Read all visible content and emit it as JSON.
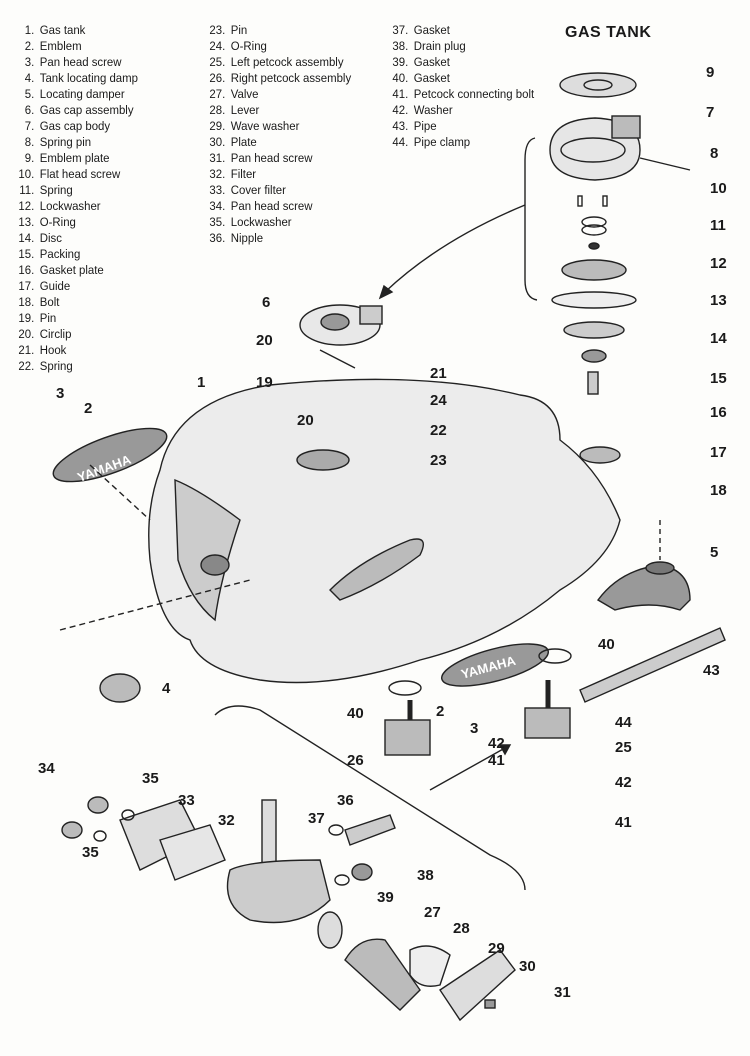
{
  "title": "GAS TANK",
  "parts_list": {
    "column1": [
      {
        "num": "1.",
        "name": "Gas tank"
      },
      {
        "num": "2.",
        "name": "Emblem"
      },
      {
        "num": "3.",
        "name": "Pan head screw"
      },
      {
        "num": "4.",
        "name": "Tank locating damp"
      },
      {
        "num": "5.",
        "name": "Locating damper"
      },
      {
        "num": "6.",
        "name": "Gas cap assembly"
      },
      {
        "num": "7.",
        "name": "Gas cap body"
      },
      {
        "num": "8.",
        "name": "Spring pin"
      },
      {
        "num": "9.",
        "name": "Emblem plate"
      },
      {
        "num": "10.",
        "name": "Flat head screw"
      },
      {
        "num": "11.",
        "name": "Spring"
      },
      {
        "num": "12.",
        "name": "Lockwasher"
      },
      {
        "num": "13.",
        "name": "O-Ring"
      },
      {
        "num": "14.",
        "name": "Disc"
      },
      {
        "num": "15.",
        "name": "Packing"
      },
      {
        "num": "16.",
        "name": "Gasket plate"
      },
      {
        "num": "17.",
        "name": "Guide"
      },
      {
        "num": "18.",
        "name": "Bolt"
      },
      {
        "num": "19.",
        "name": "Pin"
      },
      {
        "num": "20.",
        "name": "Circlip"
      },
      {
        "num": "21.",
        "name": "Hook"
      },
      {
        "num": "22.",
        "name": "Spring"
      }
    ],
    "column2": [
      {
        "num": "23.",
        "name": "Pin"
      },
      {
        "num": "24.",
        "name": "O-Ring"
      },
      {
        "num": "25.",
        "name": "Left petcock assembly"
      },
      {
        "num": "26.",
        "name": "Right petcock assembly"
      },
      {
        "num": "27.",
        "name": "Valve"
      },
      {
        "num": "28.",
        "name": "Lever"
      },
      {
        "num": "29.",
        "name": "Wave washer"
      },
      {
        "num": "30.",
        "name": "Plate"
      },
      {
        "num": "31.",
        "name": "Pan head screw"
      },
      {
        "num": "32.",
        "name": "Filter"
      },
      {
        "num": "33.",
        "name": "Cover filter"
      },
      {
        "num": "34.",
        "name": "Pan head screw"
      },
      {
        "num": "35.",
        "name": "Lockwasher"
      },
      {
        "num": "36.",
        "name": "Nipple"
      }
    ],
    "column3": [
      {
        "num": "37.",
        "name": "Gasket"
      },
      {
        "num": "38.",
        "name": "Drain plug"
      },
      {
        "num": "39.",
        "name": "Gasket"
      },
      {
        "num": "40.",
        "name": "Gasket"
      },
      {
        "num": "41.",
        "name": "Petcock connecting bolt"
      },
      {
        "num": "42.",
        "name": "Washer"
      },
      {
        "num": "43.",
        "name": "Pipe"
      },
      {
        "num": "44.",
        "name": "Pipe clamp"
      }
    ]
  },
  "emblem_text": "YAMAHA",
  "callouts": [
    "9",
    "7",
    "8",
    "10",
    "11",
    "12",
    "13",
    "14",
    "15",
    "16",
    "17",
    "18",
    "6",
    "20",
    "19",
    "1",
    "21",
    "24",
    "22",
    "20",
    "23",
    "3",
    "2",
    "5",
    "43",
    "40",
    "44",
    "25",
    "42",
    "41",
    "40",
    "2",
    "3",
    "42",
    "41",
    "26",
    "4",
    "34",
    "35",
    "33",
    "32",
    "35",
    "37",
    "36",
    "38",
    "39",
    "27",
    "28",
    "29",
    "30",
    "31"
  ]
}
